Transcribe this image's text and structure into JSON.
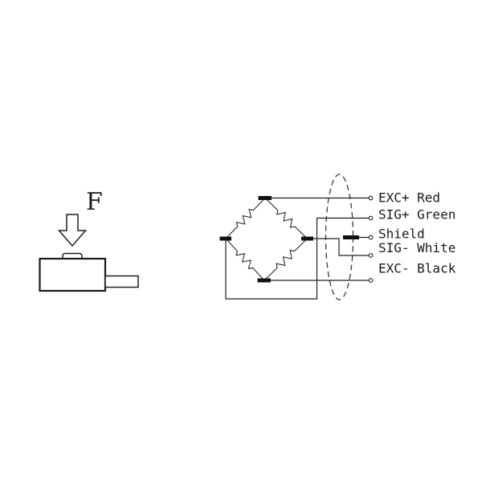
{
  "canvas": {
    "background": "#ffffff",
    "line_color": "#1f1f1f",
    "text_color": "#1a1a1a"
  },
  "load_cell": {
    "force_label": "F"
  },
  "wiring": {
    "labels": [
      {
        "name": "exc-plus",
        "text": "EXC+ Red"
      },
      {
        "name": "sig-plus",
        "text": "SIG+ Green"
      },
      {
        "name": "shield",
        "text": "Shield"
      },
      {
        "name": "sig-minus",
        "text": "SIG- White"
      },
      {
        "name": "exc-minus",
        "text": "EXC- Black"
      }
    ]
  }
}
